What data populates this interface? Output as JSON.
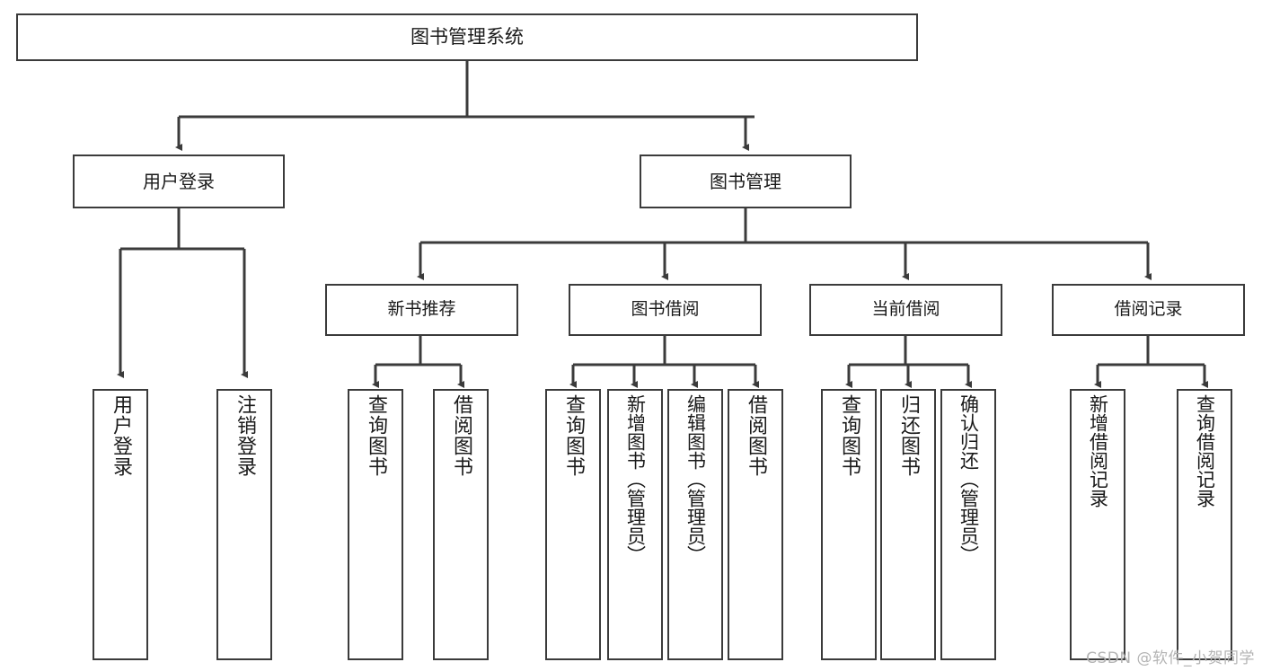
{
  "diagram": {
    "title": "图书管理系统",
    "type": "tree-hierarchy",
    "watermark": "CSDN @软件_小贺同学",
    "root": {
      "id": "root",
      "label": "图书管理系统"
    },
    "level2": [
      {
        "id": "user-login",
        "label": "用户登录"
      },
      {
        "id": "book-management",
        "label": "图书管理"
      }
    ],
    "level3": [
      {
        "id": "new-book-recommend",
        "label": "新书推荐"
      },
      {
        "id": "book-borrow",
        "label": "图书借阅"
      },
      {
        "id": "current-borrow",
        "label": "当前借阅"
      },
      {
        "id": "borrow-record",
        "label": "借阅记录"
      }
    ],
    "leaves": {
      "user_login": [
        {
          "id": "leaf-user-login",
          "label": "用户登录"
        },
        {
          "id": "leaf-logout",
          "label": "注销登录"
        }
      ],
      "new_book_recommend": [
        {
          "id": "leaf-query-book-1",
          "label": "查询图书"
        },
        {
          "id": "leaf-borrow-book-1",
          "label": "借阅图书"
        }
      ],
      "book_borrow": [
        {
          "id": "leaf-query-book-2",
          "label": "查询图书"
        },
        {
          "id": "leaf-add-book",
          "label": "新增图书（管理员）"
        },
        {
          "id": "leaf-edit-book",
          "label": "编辑图书（管理员）"
        },
        {
          "id": "leaf-borrow-book-2",
          "label": "借阅图书"
        }
      ],
      "current_borrow": [
        {
          "id": "leaf-query-book-3",
          "label": "查询图书"
        },
        {
          "id": "leaf-return-book",
          "label": "归还图书"
        },
        {
          "id": "leaf-confirm-return",
          "label": "确认归还（管理员）"
        }
      ],
      "borrow_record": [
        {
          "id": "leaf-add-record",
          "label": "新增借阅记录"
        },
        {
          "id": "leaf-query-record",
          "label": "查询借阅记录"
        }
      ]
    },
    "colors": {
      "stroke": "#3b3b3b",
      "fill": "#ffffff",
      "text": "#1a1a1a",
      "watermark": "#b4b4b4"
    }
  }
}
